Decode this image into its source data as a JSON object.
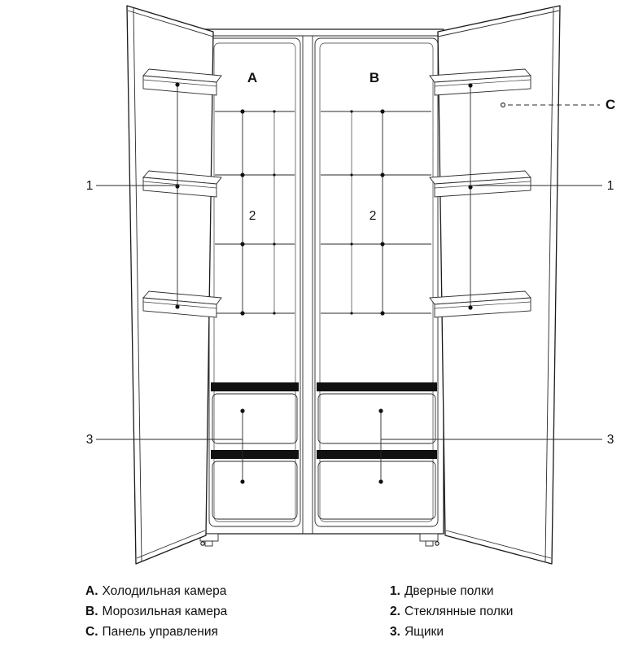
{
  "diagram": {
    "callouts": {
      "a": "A",
      "b": "B",
      "c": "C",
      "one_left": "1",
      "one_right": "1",
      "two_left": "2",
      "two_right": "2",
      "three_left": "3",
      "three_right": "3"
    }
  },
  "legend": {
    "left": [
      {
        "key": "A.",
        "label": "Холодильная камера"
      },
      {
        "key": "B.",
        "label": "Морозильная камера"
      },
      {
        "key": "C.",
        "label": "Панель управления"
      }
    ],
    "right": [
      {
        "key": "1.",
        "label": "Дверные полки"
      },
      {
        "key": "2.",
        "label": "Стеклянные полки"
      },
      {
        "key": "3.",
        "label": "Ящики"
      }
    ]
  },
  "colors": {
    "line": "#1a1a1a",
    "drawer_rail": "#111111",
    "background": "#ffffff"
  }
}
